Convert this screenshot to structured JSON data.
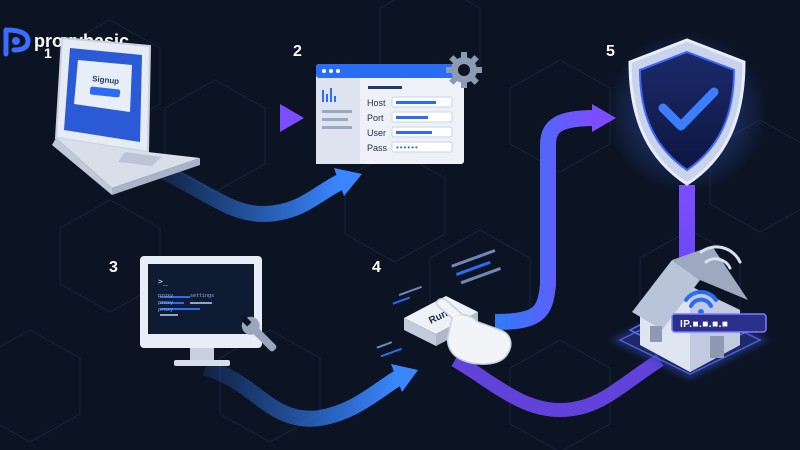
{
  "brand": {
    "name": "proxybasic"
  },
  "steps": [
    {
      "number": "1",
      "screen_title": "Signup"
    },
    {
      "number": "2",
      "fields": [
        "Host",
        "Port",
        "User",
        "Pass"
      ],
      "password_mask": "••••••"
    },
    {
      "number": "3",
      "terminal_prompt": ">_",
      "terminal_lines": [
        "proxy",
        "settings",
        "proxy",
        "proxy"
      ]
    },
    {
      "number": "4",
      "button_label": "Run"
    },
    {
      "number": "5",
      "ip_label": "IP.■.■.■.■"
    }
  ],
  "colors": {
    "background": "#0c1424",
    "flow_blue": "#2f7cf6",
    "flow_purple": "#7c4dff",
    "shield_glow": "#4d7dff",
    "accent_blue": "#2a6df4"
  },
  "icons": [
    "brand-logo-icon",
    "laptop-icon",
    "settings-window-icon",
    "gear-icon",
    "monitor-icon",
    "wrench-icon",
    "keyboard-key-icon",
    "hand-pointer-icon",
    "shield-check-icon",
    "house-icon",
    "wifi-icon"
  ]
}
